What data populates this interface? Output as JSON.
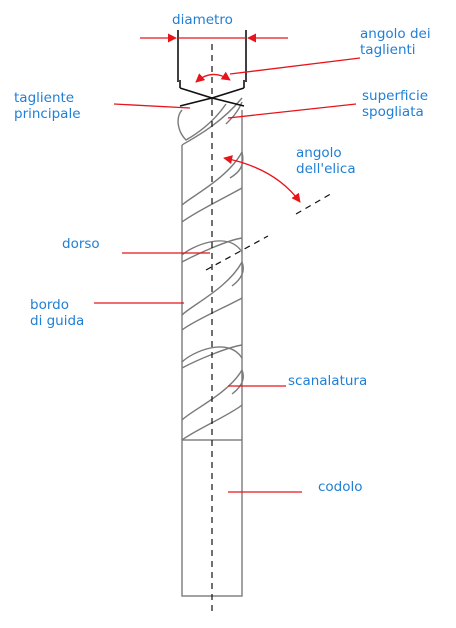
{
  "labels": {
    "diametro": "diametro",
    "angolo_taglienti": [
      "angolo dei",
      "taglienti"
    ],
    "tagliente_principale": [
      "tagliente",
      "principale"
    ],
    "superficie_spogliata": [
      "superficie",
      "spogliata"
    ],
    "angolo_elica": [
      "angolo",
      "dell'elica"
    ],
    "dorso": "dorso",
    "bordo_guida": [
      "bordo",
      "di guida"
    ],
    "scanalatura": "scanalatura",
    "codolo": "codolo"
  },
  "colors": {
    "label_text": "#1f7fd6",
    "leader_lines": "#e8141c",
    "drill_outline": "#7a7a7a",
    "axis": "#111111"
  }
}
